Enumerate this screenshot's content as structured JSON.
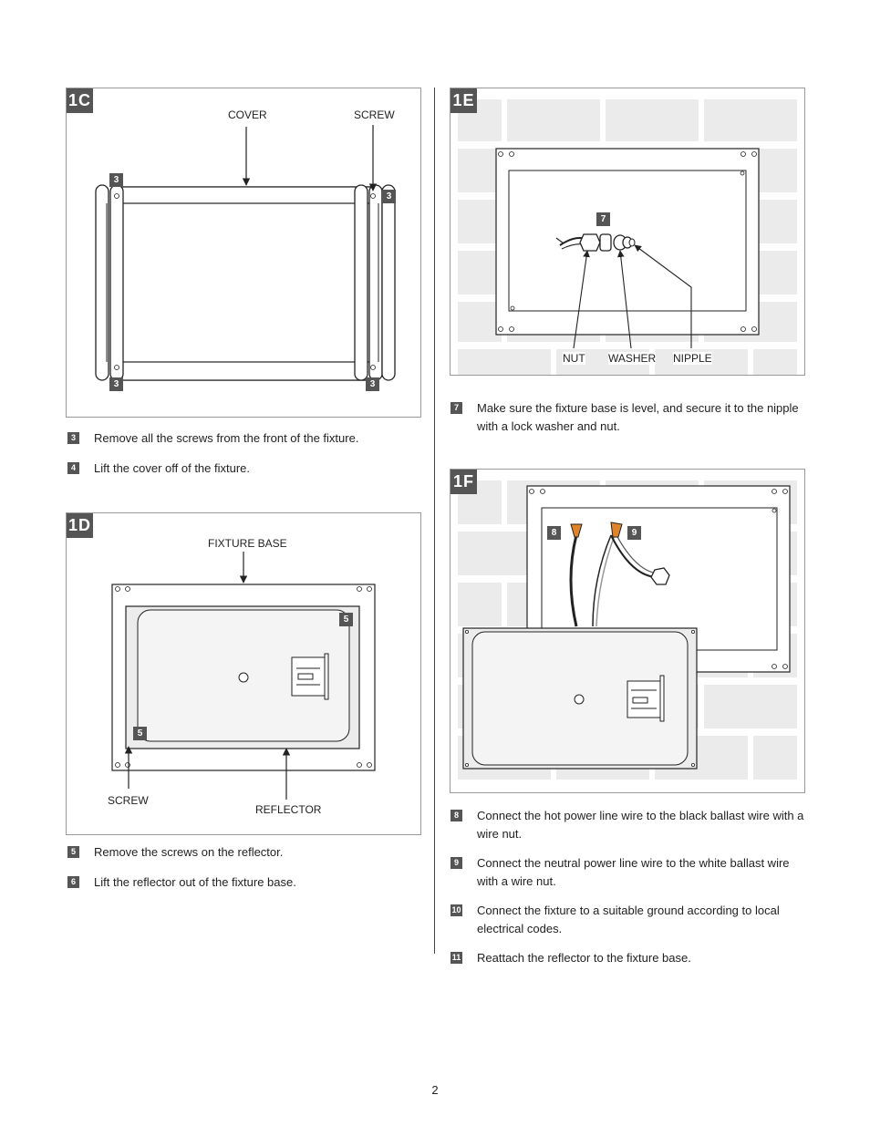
{
  "figures": {
    "1c": {
      "tag": "1C",
      "labels": {
        "cover": "COVER",
        "screw": "SCREW"
      },
      "badges": [
        "3",
        "3",
        "3",
        "3"
      ]
    },
    "1d": {
      "tag": "1D",
      "labels": {
        "fixture_base": "FIXTURE BASE",
        "screw": "SCREW",
        "reflector": "REFLECTOR"
      },
      "badges": [
        "5",
        "5"
      ]
    },
    "1e": {
      "tag": "1E",
      "labels": {
        "nut": "NUT",
        "washer": "WASHER",
        "nipple": "NIPPLE"
      },
      "badges": [
        "7"
      ]
    },
    "1f": {
      "tag": "1F",
      "badges": [
        "8",
        "9"
      ]
    }
  },
  "steps": [
    {
      "num": "3",
      "text": "Remove all the screws from the front of the fixture."
    },
    {
      "num": "4",
      "text": "Lift the cover off of the fixture."
    },
    {
      "num": "5",
      "text": "Remove the screws on the reflector."
    },
    {
      "num": "6",
      "text": "Lift the reflector out of the fixture base."
    },
    {
      "num": "7",
      "text": "Make sure the fixture base is level, and secure it to the nipple with a lock washer and nut."
    },
    {
      "num": "8",
      "text": "Connect the hot power line wire to the black ballast wire with a wire nut."
    },
    {
      "num": "9",
      "text": "Connect the neutral power line wire to the white ballast wire with a wire nut."
    },
    {
      "num": "10",
      "text": "Connect the fixture to a suitable ground according to local electrical codes."
    },
    {
      "num": "11",
      "text": "Reattach the reflector to the fixture base."
    }
  ],
  "page_number": "2",
  "colors": {
    "tag_bg": "#555555",
    "brick": "#ebebeb",
    "wire_nut": "#e0832a"
  }
}
